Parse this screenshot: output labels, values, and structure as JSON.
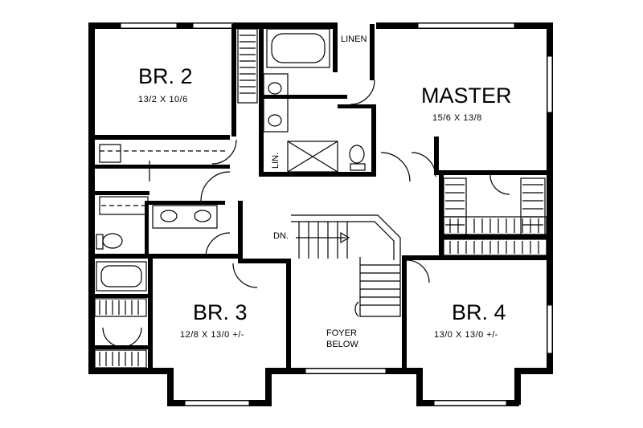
{
  "rooms": {
    "br2": {
      "name": "BR. 2",
      "dims": "13/2 X 10/6"
    },
    "master": {
      "name": "MASTER",
      "dims": "15/6 X 13/8"
    },
    "br3": {
      "name": "BR. 3",
      "dims": "12/8 X 13/0 +/-"
    },
    "br4": {
      "name": "BR. 4",
      "dims": "13/0 X 13/0 +/-"
    },
    "foyer": {
      "line1": "FOYER",
      "line2": "BELOW"
    }
  },
  "labels": {
    "linen_top": "LINEN",
    "linen_side": "LIN.",
    "stair_down": "DN."
  }
}
